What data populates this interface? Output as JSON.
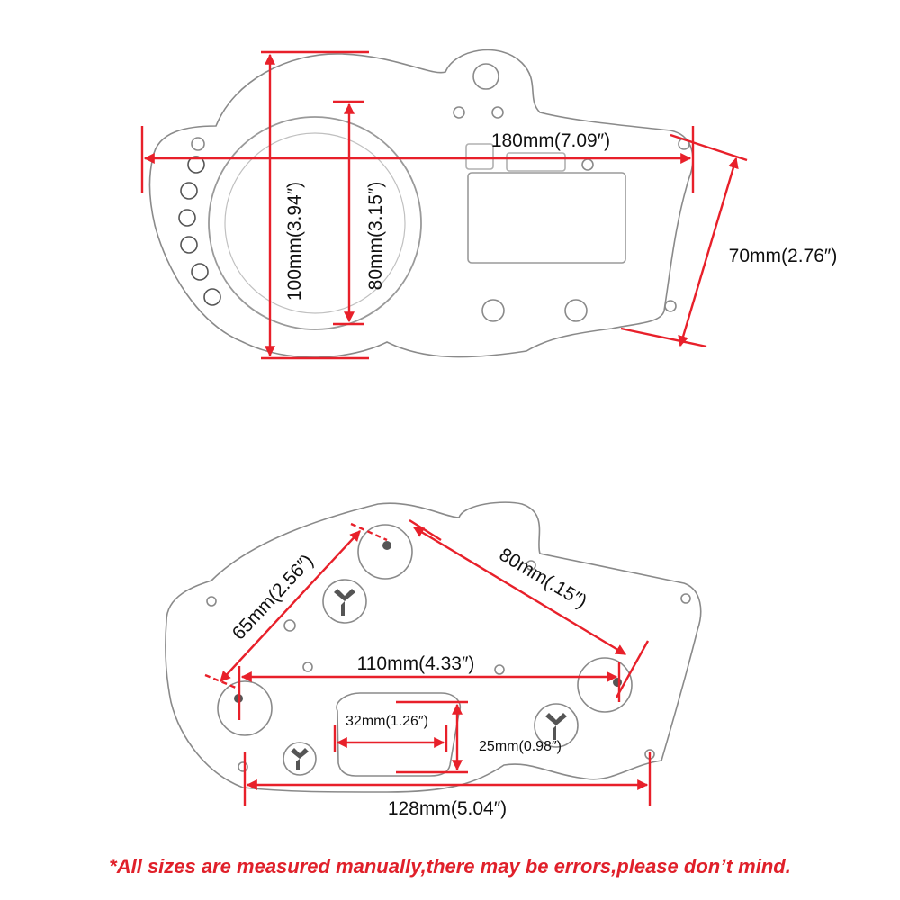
{
  "colors": {
    "dimension": "#e8202a",
    "outline": "#8a8a8a",
    "text": "#111111"
  },
  "front_view": {
    "width_label": "180mm(7.09″)",
    "outer_height_label": "100mm(3.94″)",
    "dial_height_label": "80mm(3.15″)",
    "side_label": "70mm(2.76″)"
  },
  "back_view": {
    "left_hole_label": "65mm(2.56″)",
    "right_hole_label": "80mm(.15″)",
    "hole_span_label": "110mm(4.33″)",
    "window_width_label": "32mm(1.26″)",
    "window_height_label": "25mm(0.98″)",
    "bottom_width_label": "128mm(5.04″)"
  },
  "disclaimer": "*All sizes are measured manually,there may be errors,please don’t mind."
}
